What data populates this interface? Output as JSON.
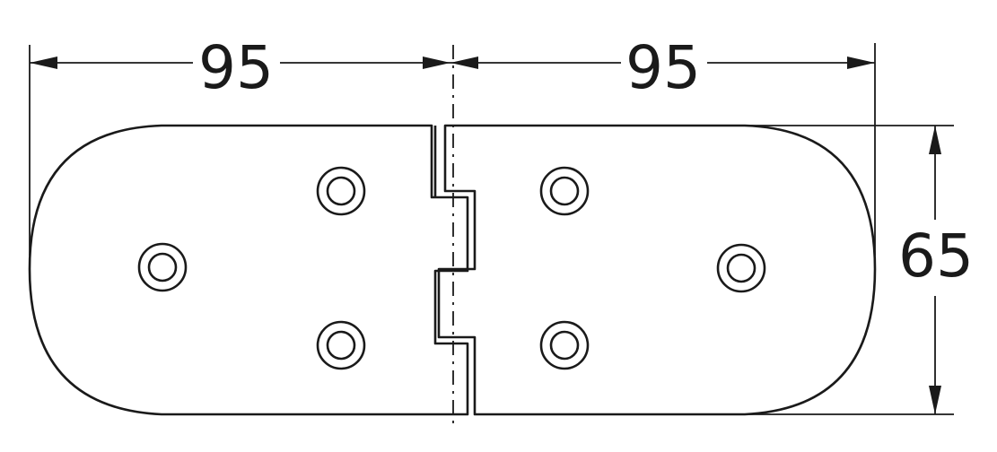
{
  "drawing": {
    "dimensions": {
      "left_width": "95",
      "right_width": "95",
      "height": "65"
    },
    "holes_per_leaf": 3
  }
}
